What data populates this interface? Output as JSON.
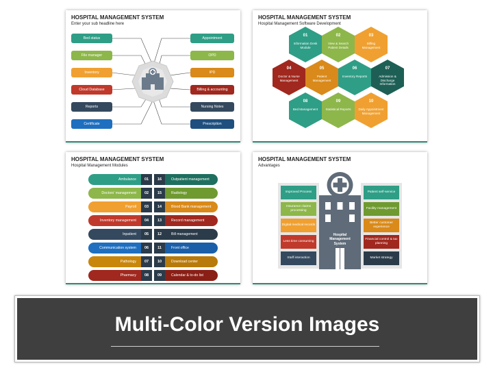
{
  "slide1": {
    "title": "HOSPITAL MANAGEMENT SYSTEM",
    "subtitle": "Enter your sub headline here",
    "left_items": [
      {
        "label": "Bed status",
        "color": "#2f9e86"
      },
      {
        "label": "File manager",
        "color": "#8db74a"
      },
      {
        "label": "Inventory",
        "color": "#f0a030"
      },
      {
        "label": "Cloud Database",
        "color": "#c0392b"
      },
      {
        "label": "Reports",
        "color": "#34495e"
      },
      {
        "label": "Certificate",
        "color": "#1e6fbf"
      }
    ],
    "right_items": [
      {
        "label": "Appointment",
        "color": "#2f9e86"
      },
      {
        "label": "OPD",
        "color": "#8db74a"
      },
      {
        "label": "IPD",
        "color": "#d98a1a"
      },
      {
        "label": "Billing & accounting",
        "color": "#a0281e"
      },
      {
        "label": "Nursing Notes",
        "color": "#34495e"
      },
      {
        "label": "Prescription",
        "color": "#1e4f7f"
      }
    ]
  },
  "slide2": {
    "title": "HOSPITAL MANAGEMENT SYSTEM",
    "subtitle": "Hospital Management Software Development",
    "hexes": [
      {
        "num": "01",
        "label": "Information Desk Module",
        "color": "#2f9e86"
      },
      {
        "num": "02",
        "label": "View & Search Patient Details",
        "color": "#8db74a"
      },
      {
        "num": "03",
        "label": "Billing Management",
        "color": "#f0a030"
      },
      {
        "num": "04",
        "label": "Doctor & Nurse Management",
        "color": "#a0281e"
      },
      {
        "num": "05",
        "label": "Patient Management",
        "color": "#d98a1a"
      },
      {
        "num": "06",
        "label": "Inventory Reports",
        "color": "#2f9e86"
      },
      {
        "num": "07",
        "label": "Admission & Discharge Information",
        "color": "#1e5f55"
      },
      {
        "num": "08",
        "label": "Bed Management",
        "color": "#2f9e86"
      },
      {
        "num": "09",
        "label": "Statistical Reports",
        "color": "#8db74a"
      },
      {
        "num": "10",
        "label": "Daily Appointment Management",
        "color": "#f0a030"
      }
    ]
  },
  "slide3": {
    "title": "HOSPITAL MANAGEMENT SYSTEM",
    "subtitle": "Hospital Management Modules",
    "rows": [
      {
        "left": "Ambulance",
        "ln": "01",
        "rn": "16",
        "right": "Outpatient management",
        "lc": "#2f9e86",
        "rc": "#1e6f5f"
      },
      {
        "left": "Doctors' management",
        "ln": "02",
        "rn": "15",
        "right": "Radiology",
        "lc": "#8db74a",
        "rc": "#6e9a30"
      },
      {
        "left": "Payroll",
        "ln": "03",
        "rn": "14",
        "right": "Blood Bank management",
        "lc": "#f0a030",
        "rc": "#d98a1a"
      },
      {
        "left": "Inventory management",
        "ln": "04",
        "rn": "13",
        "right": "Record management",
        "lc": "#c0392b",
        "rc": "#a0281e"
      },
      {
        "left": "Inpatient",
        "ln": "05",
        "rn": "12",
        "right": "Bill management",
        "lc": "#34495e",
        "rc": "#2b3b4a"
      },
      {
        "left": "Communication system",
        "ln": "06",
        "rn": "11",
        "right": "Front office",
        "lc": "#1e6fbf",
        "rc": "#1a5fa8"
      },
      {
        "left": "Pathology",
        "ln": "07",
        "rn": "10",
        "right": "Download center",
        "lc": "#c8860a",
        "rc": "#b87a0a"
      },
      {
        "left": "Pharmacy",
        "ln": "08",
        "rn": "09",
        "right": "Calendar & to-do list",
        "lc": "#a0281e",
        "rc": "#8a1f16"
      }
    ]
  },
  "slide4": {
    "title": "HOSPITAL MANAGEMENT SYSTEM",
    "subtitle": "Advantages",
    "building_label": "Hospital Management System",
    "left": [
      {
        "label": "Improved Process",
        "color": "#2f9e86"
      },
      {
        "label": "Insurance claims processing",
        "color": "#8db74a"
      },
      {
        "label": "Digital medical records",
        "color": "#f0a030"
      },
      {
        "label": "Less time consuming",
        "color": "#c0392b"
      },
      {
        "label": "Staff interaction",
        "color": "#34495e"
      }
    ],
    "right": [
      {
        "label": "Patient self-service",
        "color": "#2f9e86"
      },
      {
        "label": "Facility management",
        "color": "#6e9a30"
      },
      {
        "label": "Better customer experience",
        "color": "#d98a1a"
      },
      {
        "label": "Financial control & tax planning",
        "color": "#a0281e"
      },
      {
        "label": "Market strategy",
        "color": "#2b3b4a"
      }
    ]
  },
  "banner": {
    "text": "Multi-Color Version Images"
  }
}
